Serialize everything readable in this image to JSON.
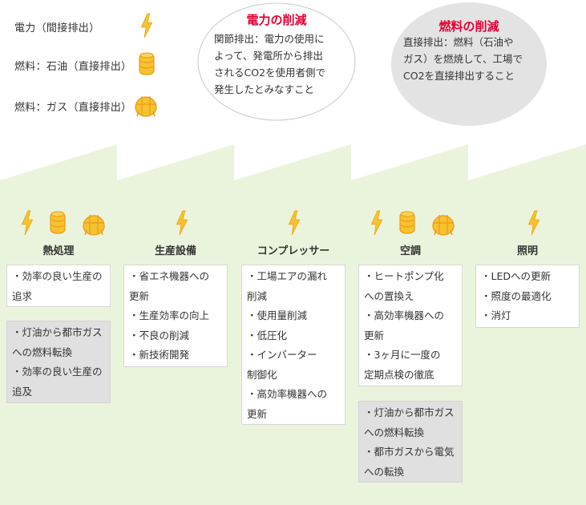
{
  "legend": [
    {
      "icon": "lightning-icon",
      "label": "電力（間接排出）"
    },
    {
      "icon": "oil-drum-icon",
      "label": "燃料：石油（直接排出）"
    },
    {
      "icon": "gas-tank-icon",
      "label": "燃料：ガス（直接排出）"
    }
  ],
  "bubbles": {
    "electric": {
      "title": "電力の削減",
      "lines": [
        "関節排出：電力の使用に",
        "よって、発電所から排出",
        "されるCO2を使用者側で",
        "発生したとみなすこと"
      ]
    },
    "fuel": {
      "title": "燃料の削減",
      "lines": [
        "直接排出：燃料（石油や",
        "ガス）を燃焼して、工場で",
        "CO2を直接排出すること"
      ]
    }
  },
  "columns": [
    {
      "title": "熱処理",
      "icons": [
        "lightning-icon",
        "oil-drum-icon",
        "gas-tank-icon"
      ],
      "electric_items": [
        "・効率の良い生産の",
        "追求"
      ],
      "fuel_items": [
        "・灯油から都市ガス",
        "への燃料転換",
        "・効率の良い生産の",
        "追及"
      ]
    },
    {
      "title": "生産設備",
      "icons": [
        "lightning-icon"
      ],
      "electric_items": [
        "・省エネ機器への",
        "更新",
        "・生産効率の向上",
        "・不良の削減",
        "・新技術開発"
      ]
    },
    {
      "title": "コンプレッサー",
      "icons": [
        "lightning-icon"
      ],
      "electric_items": [
        "・工場エアの漏れ",
        "削減",
        "・使用量削減",
        "・低圧化",
        "・インバーター",
        "制御化",
        "・高効率機器への",
        "更新"
      ]
    },
    {
      "title": "空調",
      "icons": [
        "lightning-icon",
        "oil-drum-icon",
        "gas-tank-icon"
      ],
      "electric_items": [
        "・ヒートポンプ化",
        "への置換え",
        "・高効率機器への",
        "更新",
        "・3ヶ月に一度の",
        "定期点検の徹底"
      ],
      "fuel_items": [
        "・灯油から都市ガス",
        "への燃料転換",
        "・都市ガスから電気",
        "への転換"
      ]
    },
    {
      "title": "照明",
      "icons": [
        "lightning-icon"
      ],
      "electric_items": [
        "・LEDへの更新",
        "・照度の最適化",
        "・消灯"
      ]
    }
  ],
  "colors": {
    "factory_fill": "#eaf4dd",
    "accent_red": "#e60033",
    "icon_yellow": "#f7c230",
    "icon_orange": "#eb9a13"
  }
}
